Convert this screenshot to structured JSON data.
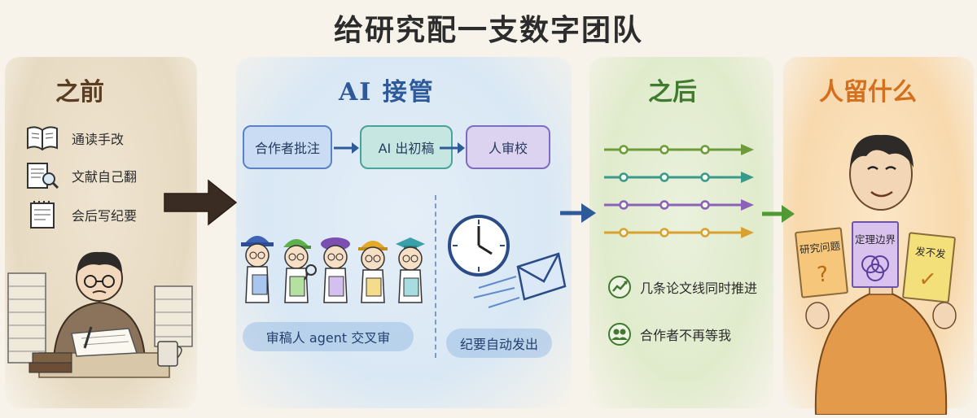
{
  "title": "给研究配一支数字团队",
  "panels": {
    "before": {
      "heading": "之前",
      "items": [
        {
          "label": "通读手改",
          "icon": "book-icon"
        },
        {
          "label": "文献自己翻",
          "icon": "magnifier-document-icon"
        },
        {
          "label": "会后写纪要",
          "icon": "notepad-icon"
        }
      ]
    },
    "ai": {
      "heading": "AI 接管",
      "flow": [
        "合作者批注",
        "AI 出初稿",
        "人审校"
      ],
      "reviewers_caption": "审稿人 agent 交叉审",
      "minutes_caption": "纪要自动发出"
    },
    "after": {
      "heading": "之后",
      "lanes": [
        {
          "color": "#6f9a3a"
        },
        {
          "color": "#3a9a8a"
        },
        {
          "color": "#8a62b8"
        },
        {
          "color": "#d9a230"
        }
      ],
      "points": [
        {
          "label": "几条论文线同时推进",
          "icon": "trend-up-icon"
        },
        {
          "label": "合作者不再等我",
          "icon": "people-icon"
        }
      ]
    },
    "human": {
      "heading": "人留什么",
      "cards": [
        {
          "label": "研究问题",
          "symbol": "?",
          "icon": "question-mark-icon"
        },
        {
          "label": "定理边界",
          "symbol": "",
          "icon": "venn-circles-icon"
        },
        {
          "label": "发不发",
          "symbol": "✓",
          "icon": "check-icon"
        }
      ]
    }
  },
  "colors": {
    "before_heading": "#5a3d22",
    "ai_heading": "#2f5a9a",
    "after_heading": "#3f7a2e",
    "human_heading": "#d46f1d"
  }
}
